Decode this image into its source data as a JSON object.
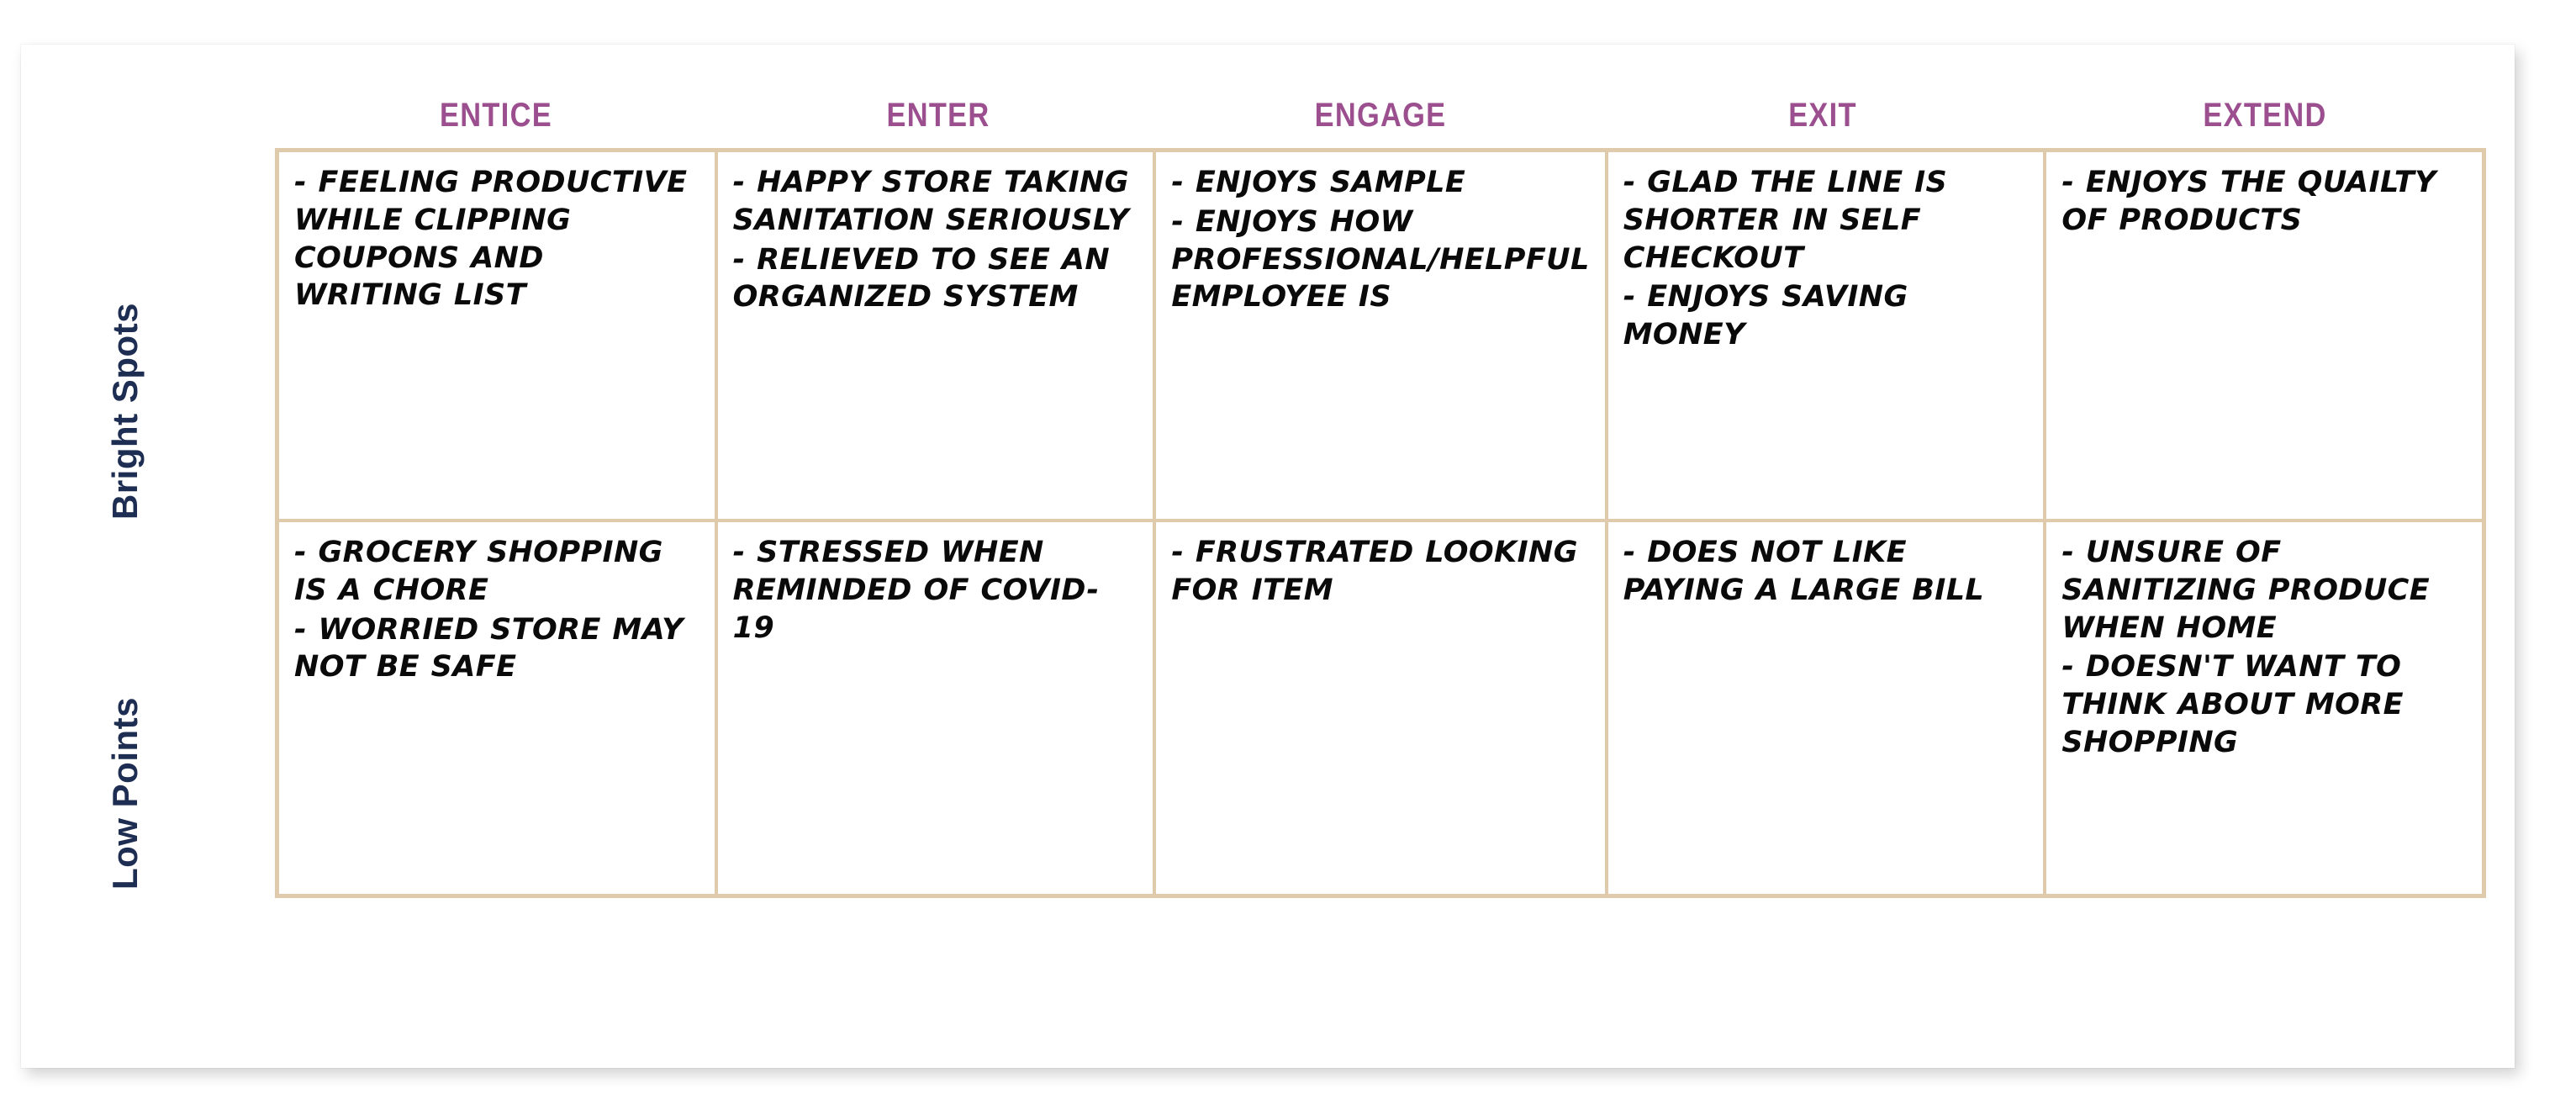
{
  "theme": {
    "header_color": "#9B4F8F",
    "row_label_color": "#1E2D52",
    "grid_border_color": "#DFCBAB",
    "card_background": "#FFFFFF",
    "text_color": "#0A0A0A"
  },
  "columns": [
    {
      "label": "ENTICE"
    },
    {
      "label": "ENTER"
    },
    {
      "label": "ENGAGE"
    },
    {
      "label": "EXIT"
    },
    {
      "label": "EXTEND"
    }
  ],
  "rows": [
    {
      "label": "Bright Spots"
    },
    {
      "label": "Low Points"
    }
  ],
  "cells": {
    "bright": [
      {
        "bullets": [
          "- Feeling productive while clipping coupons and writing list"
        ]
      },
      {
        "bullets": [
          "- Happy store taking sanitation seriously",
          "- relieved to see an organized system"
        ]
      },
      {
        "bullets": [
          "- Enjoys sample",
          "- Enjoys how Professional/helpful employee is"
        ]
      },
      {
        "bullets": [
          "- Glad The line is shorter in self checkout",
          "- Enjoys saving money"
        ]
      },
      {
        "bullets": [
          "- Enjoys the quailty of products"
        ]
      }
    ],
    "low": [
      {
        "bullets": [
          "- Grocery shopping is a chore",
          "- worried store may not be safe"
        ]
      },
      {
        "bullets": [
          "- Stressed when Reminded of COVID-19"
        ]
      },
      {
        "bullets": [
          "- Frustrated looking for item"
        ]
      },
      {
        "bullets": [
          "- Does not like Paying a large bill"
        ]
      },
      {
        "bullets": [
          "- Unsure of sanitizing produce when home",
          "- doesn't want to think about more shopping"
        ]
      }
    ]
  }
}
